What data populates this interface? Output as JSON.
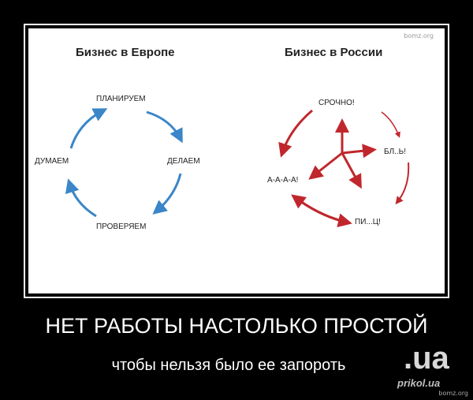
{
  "watermark_top": "bomz.org",
  "left": {
    "title": "Бизнес в Европе",
    "steps": [
      "ПЛАНИРУЕМ",
      "ДЕЛАЕМ",
      "ПРОВЕРЯЕМ",
      "ДУМАЕМ"
    ],
    "arrow_color": "#3a86c8"
  },
  "right": {
    "title": "Бизнес в России",
    "steps": [
      "СРОЧНО!",
      "БЛ..Ь!",
      "ПИ...Ц!",
      "А-А-А-А!"
    ],
    "arrow_color": "#c0272d"
  },
  "caption": {
    "main": "НЕТ РАБОТЫ НАСТОЛЬКО ПРОСТОЙ",
    "sub": "чтобы нельзя было ее запороть"
  },
  "logo": {
    "ua": ".ua",
    "prikol": "prikol.ua"
  },
  "watermark_bottom": "bomz.org"
}
